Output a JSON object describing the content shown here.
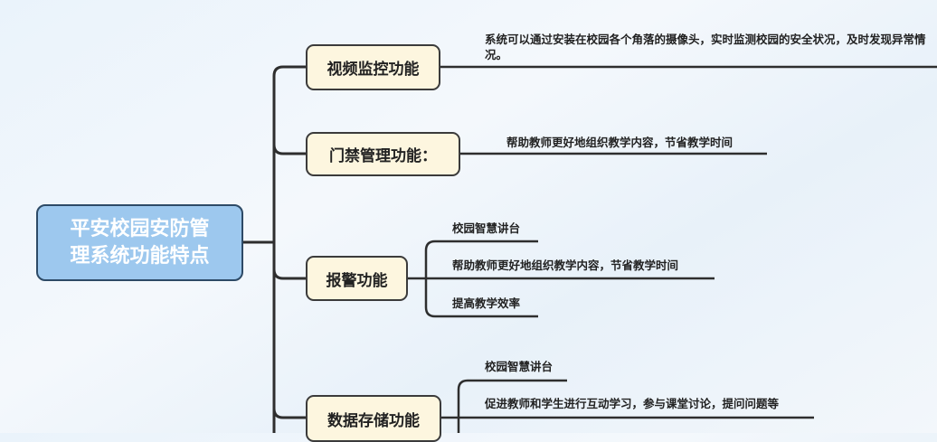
{
  "root": {
    "line1": "平安校园安防管",
    "line2": "理系统功能特点"
  },
  "branches": [
    {
      "label": "视频监控功能",
      "children": [
        "系统可以通过安装在校园各个角落的摄像头，实时监测校园的安全状况，及时发现异常情况。"
      ]
    },
    {
      "label": "门禁管理功能：",
      "children": [
        "帮助教师更好地组织教学内容，节省教学时间"
      ]
    },
    {
      "label": "报警功能",
      "children": [
        "校园智慧讲台",
        "帮助教师更好地组织教学内容，节省教学时间",
        "提高教学效率"
      ]
    },
    {
      "label": "数据存储功能",
      "children": [
        "校园智慧讲台",
        "促进教师和学生进行互动学习，参与课堂讨论，提问问题等"
      ]
    }
  ]
}
